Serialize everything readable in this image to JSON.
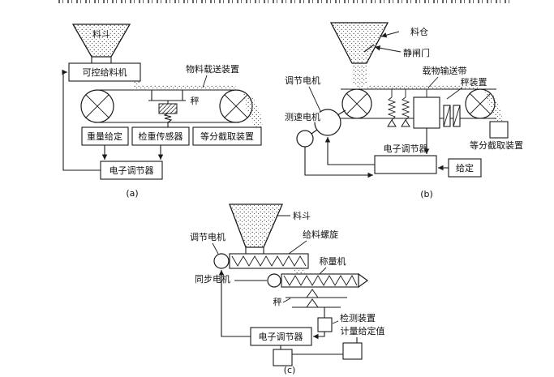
{
  "colors": {
    "ink": "#1a1a1a",
    "paper": "#ffffff"
  },
  "panels": {
    "a": {
      "caption": "(a)",
      "hopper": "料斗",
      "feeder": "可控给料机",
      "conveyor": "物料载送装置",
      "scale": "秤",
      "weight_set": "重量给定",
      "sensor": "检重传感器",
      "divider": "等分截取装置",
      "regulator": "电子调节器"
    },
    "b": {
      "caption": "(b)",
      "bin": "料仓",
      "gate": "静闸门",
      "belt": "载物输送带",
      "scale_device": "秤装置",
      "adjust_motor": "调节电机",
      "speed_motor": "测速电机",
      "divider": "等分截取装置",
      "regulator": "电子调节器",
      "setpoint": "给定"
    },
    "c": {
      "caption": "(c)",
      "hopper": "料斗",
      "screw": "给料螺旋",
      "adjust_motor": "调节电机",
      "sync_motor": "同步电机",
      "weigher": "称量机",
      "scale": "秤",
      "detector": "检测装置",
      "regulator": "电子调节器",
      "meter_set": "计量给定值"
    }
  }
}
